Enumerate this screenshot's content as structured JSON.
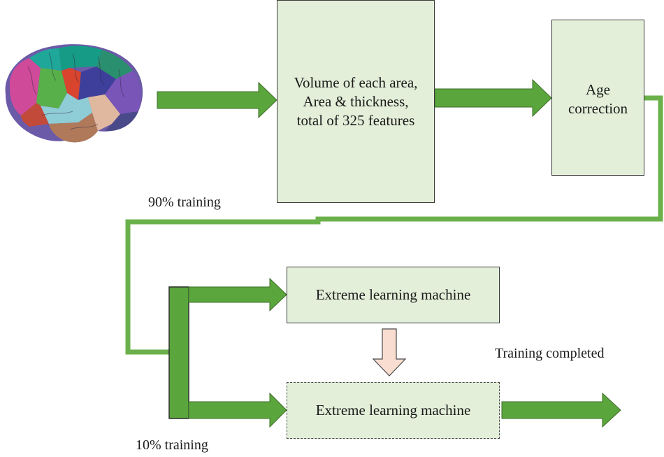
{
  "features_box": {
    "lines": [
      "Volume of each area,",
      "Area & thickness,",
      "total of 325 features"
    ]
  },
  "age_box": {
    "lines": [
      "Age",
      "correction"
    ]
  },
  "elm_top": {
    "label": "Extreme learning machine"
  },
  "elm_bottom": {
    "label": "Extreme learning machine"
  },
  "labels": {
    "training_90": "90% training",
    "training_10": "10% training",
    "training_completed": "Training completed"
  },
  "colors": {
    "arrow_green": "#5aa63c",
    "box_fill": "#e3efd9",
    "transfer_arrow_fill": "#f9ddd0",
    "border": "#3a3a3a"
  },
  "icons": {
    "brain": "brain-parcellation-image"
  }
}
